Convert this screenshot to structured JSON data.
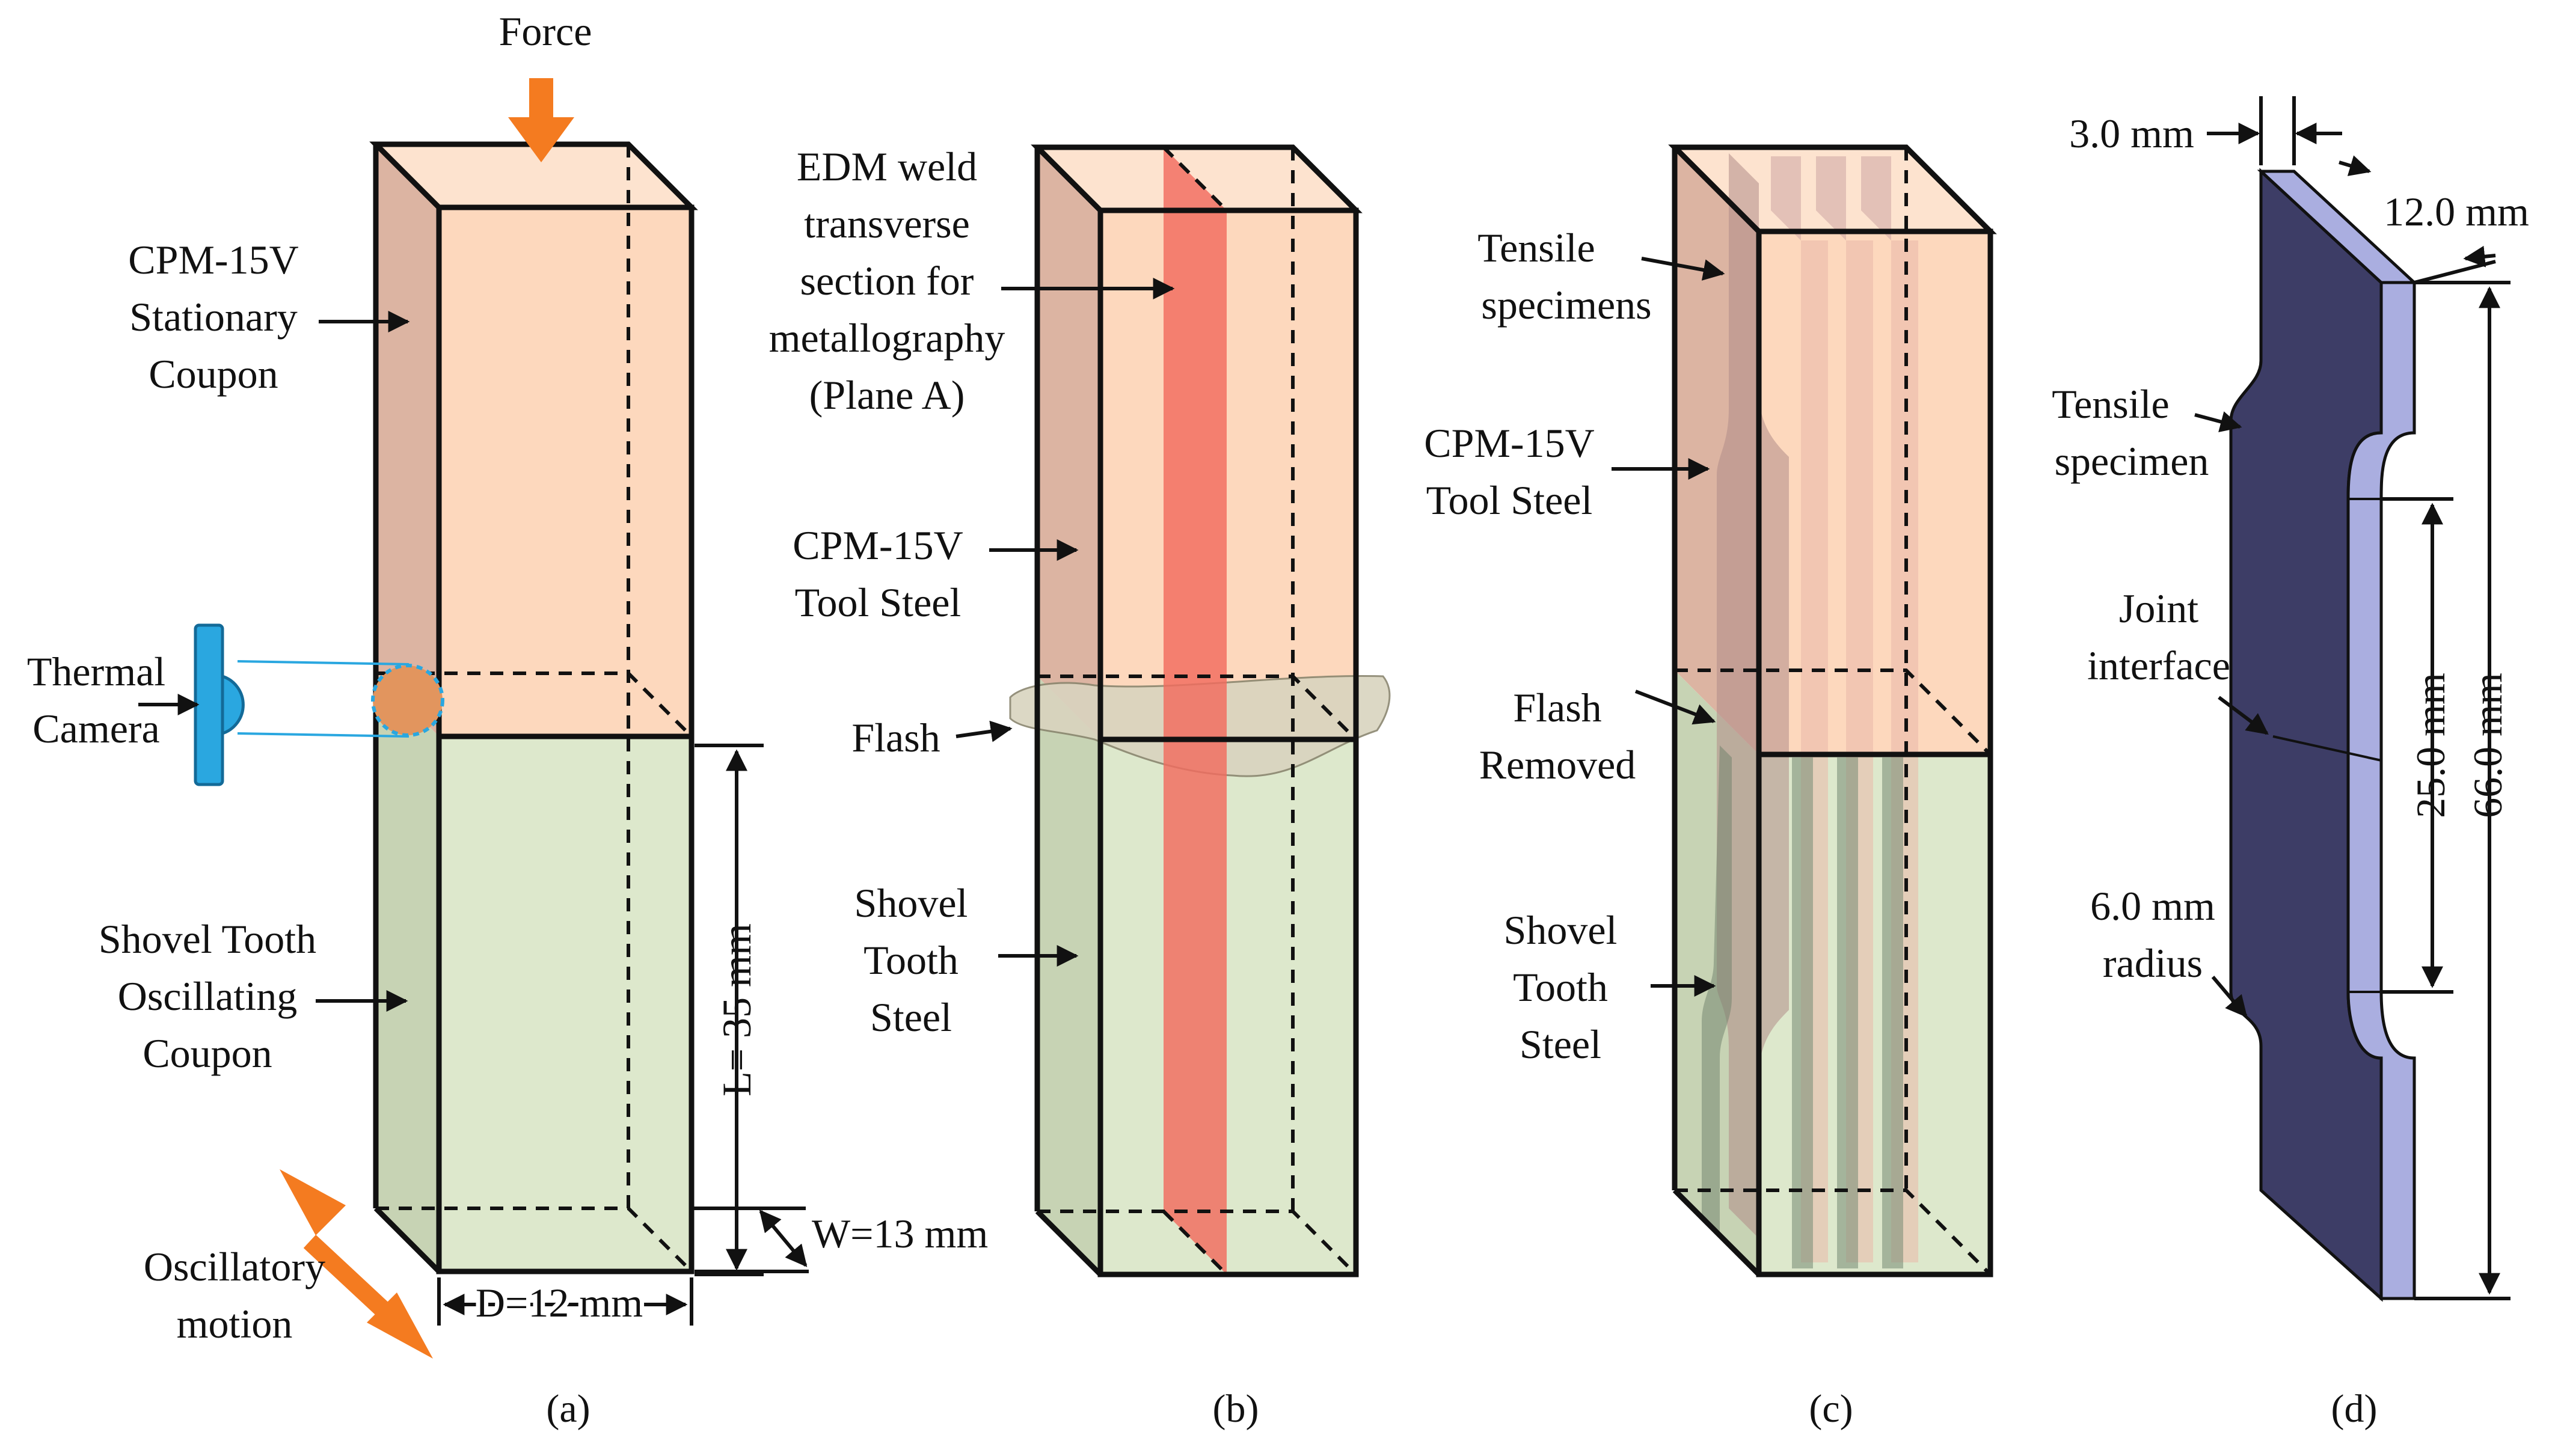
{
  "colors": {
    "orange_front": "#fdd8bd",
    "orange_side": "#dcb4a2",
    "green_front": "#dde8cc",
    "green_side": "#c7d3b4",
    "force_arrow": "#f47b20",
    "camera": "#2aa7e0",
    "edm_plane": "#f26b5e",
    "flash": "#d9d4bf",
    "specimen_dark": "#3d3d66",
    "specimen_light": "#aaaee0"
  },
  "panel_a": {
    "force": "Force",
    "stationary_l1": "CPM-15V",
    "stationary_l2": "Stationary",
    "stationary_l3": "Coupon",
    "thermal_l1": "Thermal",
    "thermal_l2": "Camera",
    "oscillating_l1": "Shovel Tooth",
    "oscillating_l2": "Oscillating",
    "oscillating_l3": "Coupon",
    "length": "L= 35 mm",
    "width": "W=13 mm",
    "depth": "D=12 mm",
    "motion_l1": "Oscillatory",
    "motion_l2": "motion",
    "caption": "(a)"
  },
  "panel_b": {
    "edm_l1": "EDM weld",
    "edm_l2": "transverse",
    "edm_l3": "section for",
    "edm_l4": "metallography",
    "edm_l5": "(Plane A)",
    "steel_l1": "CPM-15V",
    "steel_l2": "Tool Steel",
    "flash": "Flash",
    "shovel_l1": "Shovel",
    "shovel_l2": "Tooth",
    "shovel_l3": "Steel",
    "caption": "(b)"
  },
  "panel_c": {
    "tensile_l1": "Tensile",
    "tensile_l2": "specimens",
    "steel_l1": "CPM-15V",
    "steel_l2": "Tool Steel",
    "flash_l1": "Flash",
    "flash_l2": "Removed",
    "shovel_l1": "Shovel",
    "shovel_l2": "Tooth",
    "shovel_l3": "Steel",
    "caption": "(c)"
  },
  "panel_d": {
    "thickness": "3.0 mm",
    "width": "12.0 mm",
    "tensile_l1": "Tensile",
    "tensile_l2": "specimen",
    "joint_l1": "Joint",
    "joint_l2": "interface",
    "gauge": "25.0 mm",
    "overall": "66.0 mm",
    "radius_l1": "6.0 mm",
    "radius_l2": "radius",
    "caption": "(d)"
  }
}
